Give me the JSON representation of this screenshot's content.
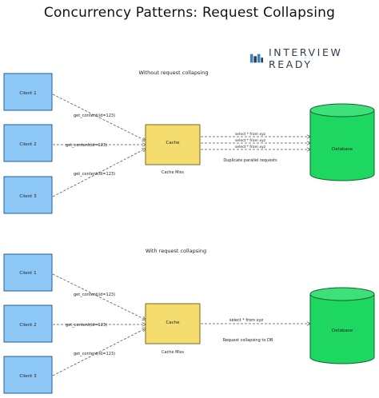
{
  "title": "Concurrency Patterns: Request Collapsing",
  "brand": {
    "name": "INTERVIEW READY",
    "icon": "ir-logo-icon",
    "color": "#2c3e50",
    "accent": "#3b82c4"
  },
  "colors": {
    "client_fill": "#8ec8f6",
    "cache_fill": "#f5dc6e",
    "db_fill": "#1ed760",
    "line": "#555555"
  },
  "sections": [
    {
      "heading": "Without request collapsing",
      "clients": [
        "Client 1",
        "Client 2",
        "Client 3"
      ],
      "requests": [
        "get_content(id=123)",
        "get_content(id=123)",
        "get_content(id=123)"
      ],
      "cache_label": "Cache",
      "cache_note": "Cache Miss",
      "queries": [
        "select * from xyz",
        "select * from xyz",
        "select * from xyz"
      ],
      "query_note": "Duplicate parallel requests",
      "db_label": "Database"
    },
    {
      "heading": "With request collapsing",
      "clients": [
        "Client 1",
        "Client 2",
        "Client 3"
      ],
      "requests": [
        "get_content(id=123)",
        "get_content(id=123)",
        "get_content(id=123)"
      ],
      "cache_label": "Cache",
      "cache_note": "Cache Miss",
      "queries": [
        "select * from xyz"
      ],
      "query_note": "Request collapsing to DB",
      "db_label": "Database"
    }
  ]
}
